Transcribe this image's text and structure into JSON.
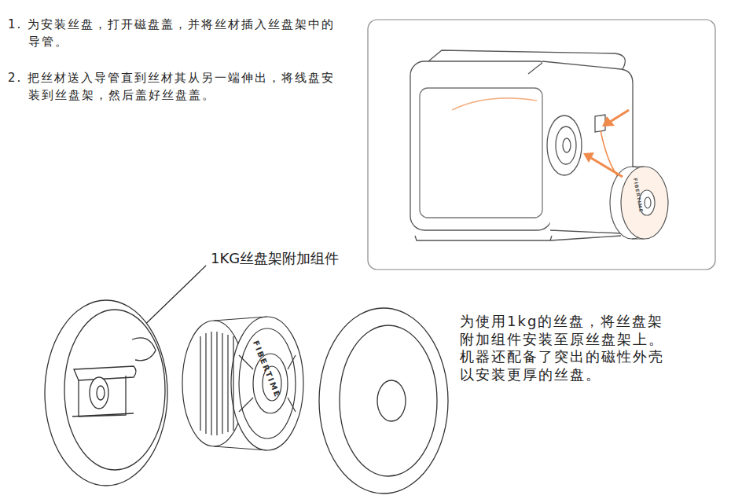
{
  "diagram": {
    "labels": [
      "1. 为安装丝盘，打开磁盘盖，并将丝材插入丝盘架中的导管。",
      "2. 把丝材送入导管直到丝材其从另一端伸出，将线盘安装到丝盘架，然后盖好丝盘盖。",
      "1KG丝盘架附加组件",
      "为使用1kg的丝盘，将丝盘架附加组件安装至原丝盘架上。机器还配备了突出的磁性外壳以安装更厚的丝盘。",
      "FIBERTIME",
      "FIBERTIME"
    ]
  }
}
